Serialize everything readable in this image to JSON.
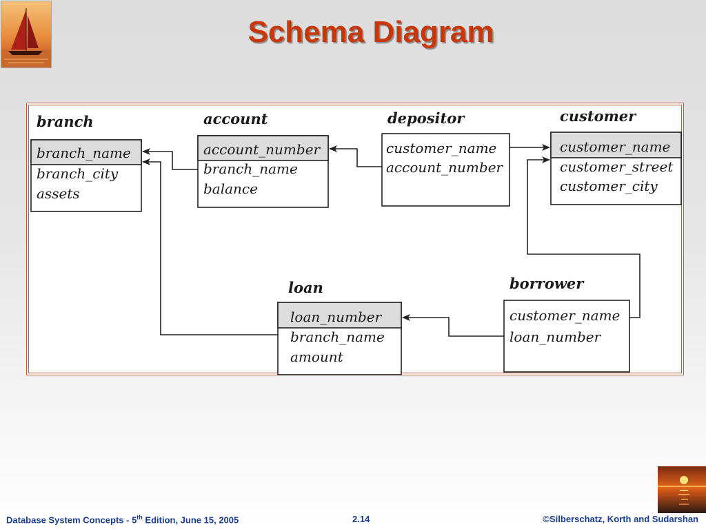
{
  "slide": {
    "title": "Schema Diagram"
  },
  "diagram": {
    "relations": {
      "branch": {
        "name": "branch",
        "attributes": [
          "branch_name",
          "branch_city",
          "assets"
        ]
      },
      "account": {
        "name": "account",
        "attributes": [
          "account_number",
          "branch_name",
          "balance"
        ]
      },
      "depositor": {
        "name": "depositor",
        "attributes": [
          "customer_name",
          "account_number"
        ]
      },
      "customer": {
        "name": "customer",
        "attributes": [
          "customer_name",
          "customer_street",
          "customer_city"
        ]
      },
      "loan": {
        "name": "loan",
        "attributes": [
          "loan_number",
          "branch_name",
          "amount"
        ]
      },
      "borrower": {
        "name": "borrower",
        "attributes": [
          "customer_name",
          "loan_number"
        ]
      }
    }
  },
  "footer": {
    "left_prefix": "Database System Concepts - 5",
    "left_sup": "th",
    "left_suffix": " Edition, June 15,  2005",
    "page": "2.14",
    "right": "©Silberschatz, Korth and Sudarshan"
  },
  "colors": {
    "title": "#c8370a",
    "frame": "#c25a3c",
    "footer_text": "#1a3c8c",
    "primary_key_fill": "#dcdcdc"
  }
}
